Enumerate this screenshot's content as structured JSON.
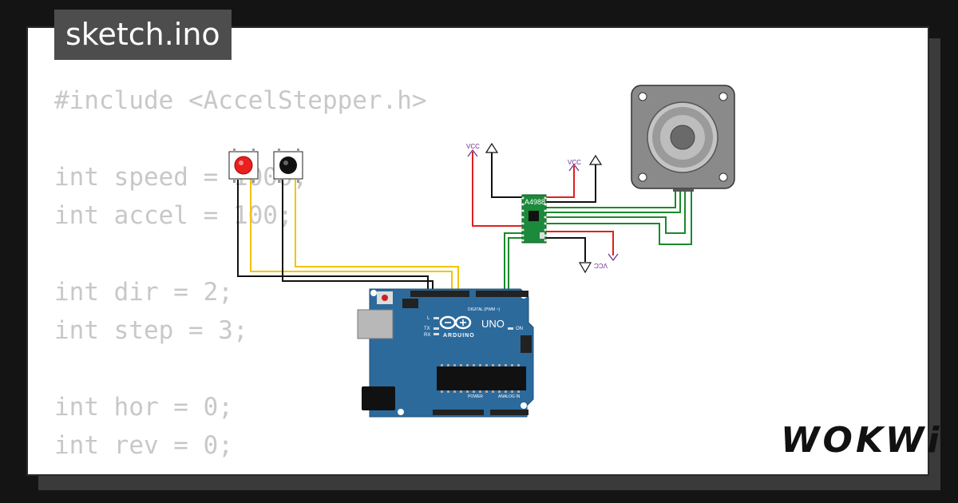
{
  "tab": {
    "filename": "sketch.ino"
  },
  "code": {
    "lines": [
      "#include <AccelStepper.h>",
      "",
      "int speed = 1000;",
      "int accel = 100;",
      "",
      "int dir = 2;",
      "int step = 3;",
      "",
      "int hor = 0;",
      "int rev = 0;"
    ]
  },
  "circuit": {
    "driver_label": "A4988",
    "vcc_label": "VCC",
    "board": {
      "brand": "ARDUINO",
      "model": "UNO",
      "digital_label": "DIGITAL (PWM ~)",
      "power_label": "POWER",
      "analog_label": "ANALOG IN",
      "led_l": "L",
      "led_tx": "TX",
      "led_rx": "RX",
      "led_on": "ON"
    },
    "buttons": [
      {
        "name": "red",
        "color": "#e8201e"
      },
      {
        "name": "black",
        "color": "#111111"
      }
    ],
    "wire_colors": {
      "yellow": "#f2c400",
      "black": "#111111",
      "green": "#1a8a2a",
      "red": "#e02020"
    }
  },
  "brand": {
    "logo_text": "WOKWi"
  }
}
